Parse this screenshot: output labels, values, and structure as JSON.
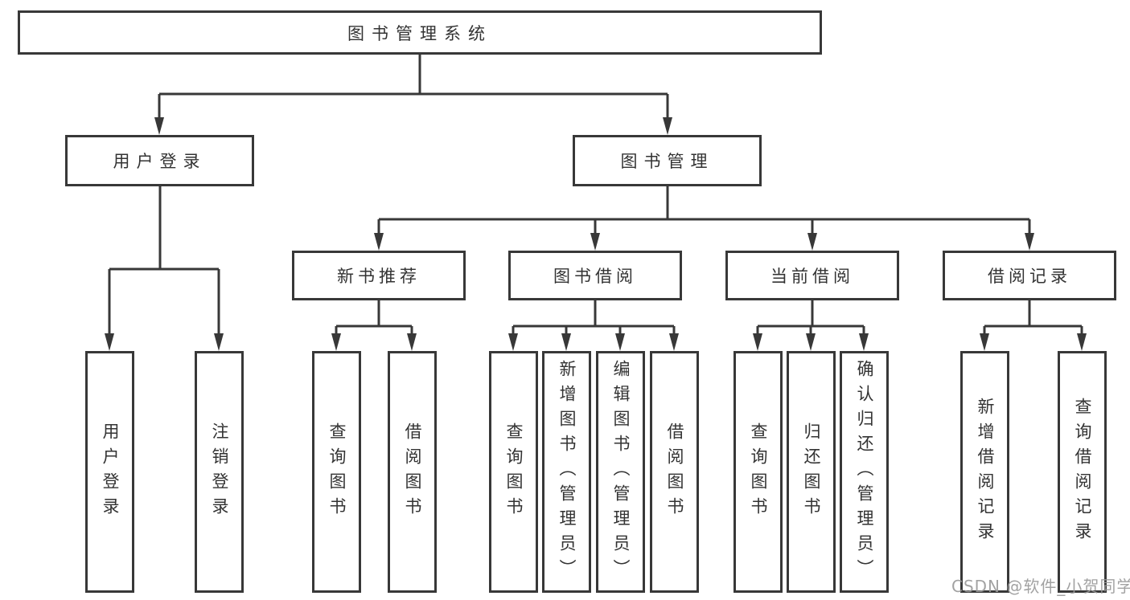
{
  "diagram": {
    "title": "图书管理系统",
    "root": {
      "label": "图书管理系统"
    },
    "level2": [
      {
        "label": "用户登录"
      },
      {
        "label": "图书管理"
      }
    ],
    "level3": [
      {
        "label": "新书推荐"
      },
      {
        "label": "图书借阅"
      },
      {
        "label": "当前借阅"
      },
      {
        "label": "借阅记录"
      }
    ],
    "leaves": [
      {
        "label": "用户登录",
        "parent": "用户登录"
      },
      {
        "label": "注销登录",
        "parent": "用户登录"
      },
      {
        "label": "查询图书",
        "parent": "新书推荐"
      },
      {
        "label": "借阅图书",
        "parent": "新书推荐"
      },
      {
        "label": "查询图书",
        "parent": "图书借阅"
      },
      {
        "label": "新增图书（管理员）",
        "parent": "图书借阅"
      },
      {
        "label": "编辑图书（管理员）",
        "parent": "图书借阅"
      },
      {
        "label": "借阅图书",
        "parent": "图书借阅"
      },
      {
        "label": "查询图书",
        "parent": "当前借阅"
      },
      {
        "label": "归还图书",
        "parent": "当前借阅"
      },
      {
        "label": "确认归还（管理员）",
        "parent": "当前借阅"
      },
      {
        "label": "新增借阅记录",
        "parent": "借阅记录"
      },
      {
        "label": "查询借阅记录",
        "parent": "借阅记录"
      }
    ]
  },
  "watermark": {
    "label": "CSDN @软件_小贺同学"
  },
  "colors": {
    "line": "#383838",
    "text": "#333333",
    "watermark": "#9b9b9b",
    "background": "#ffffff"
  }
}
